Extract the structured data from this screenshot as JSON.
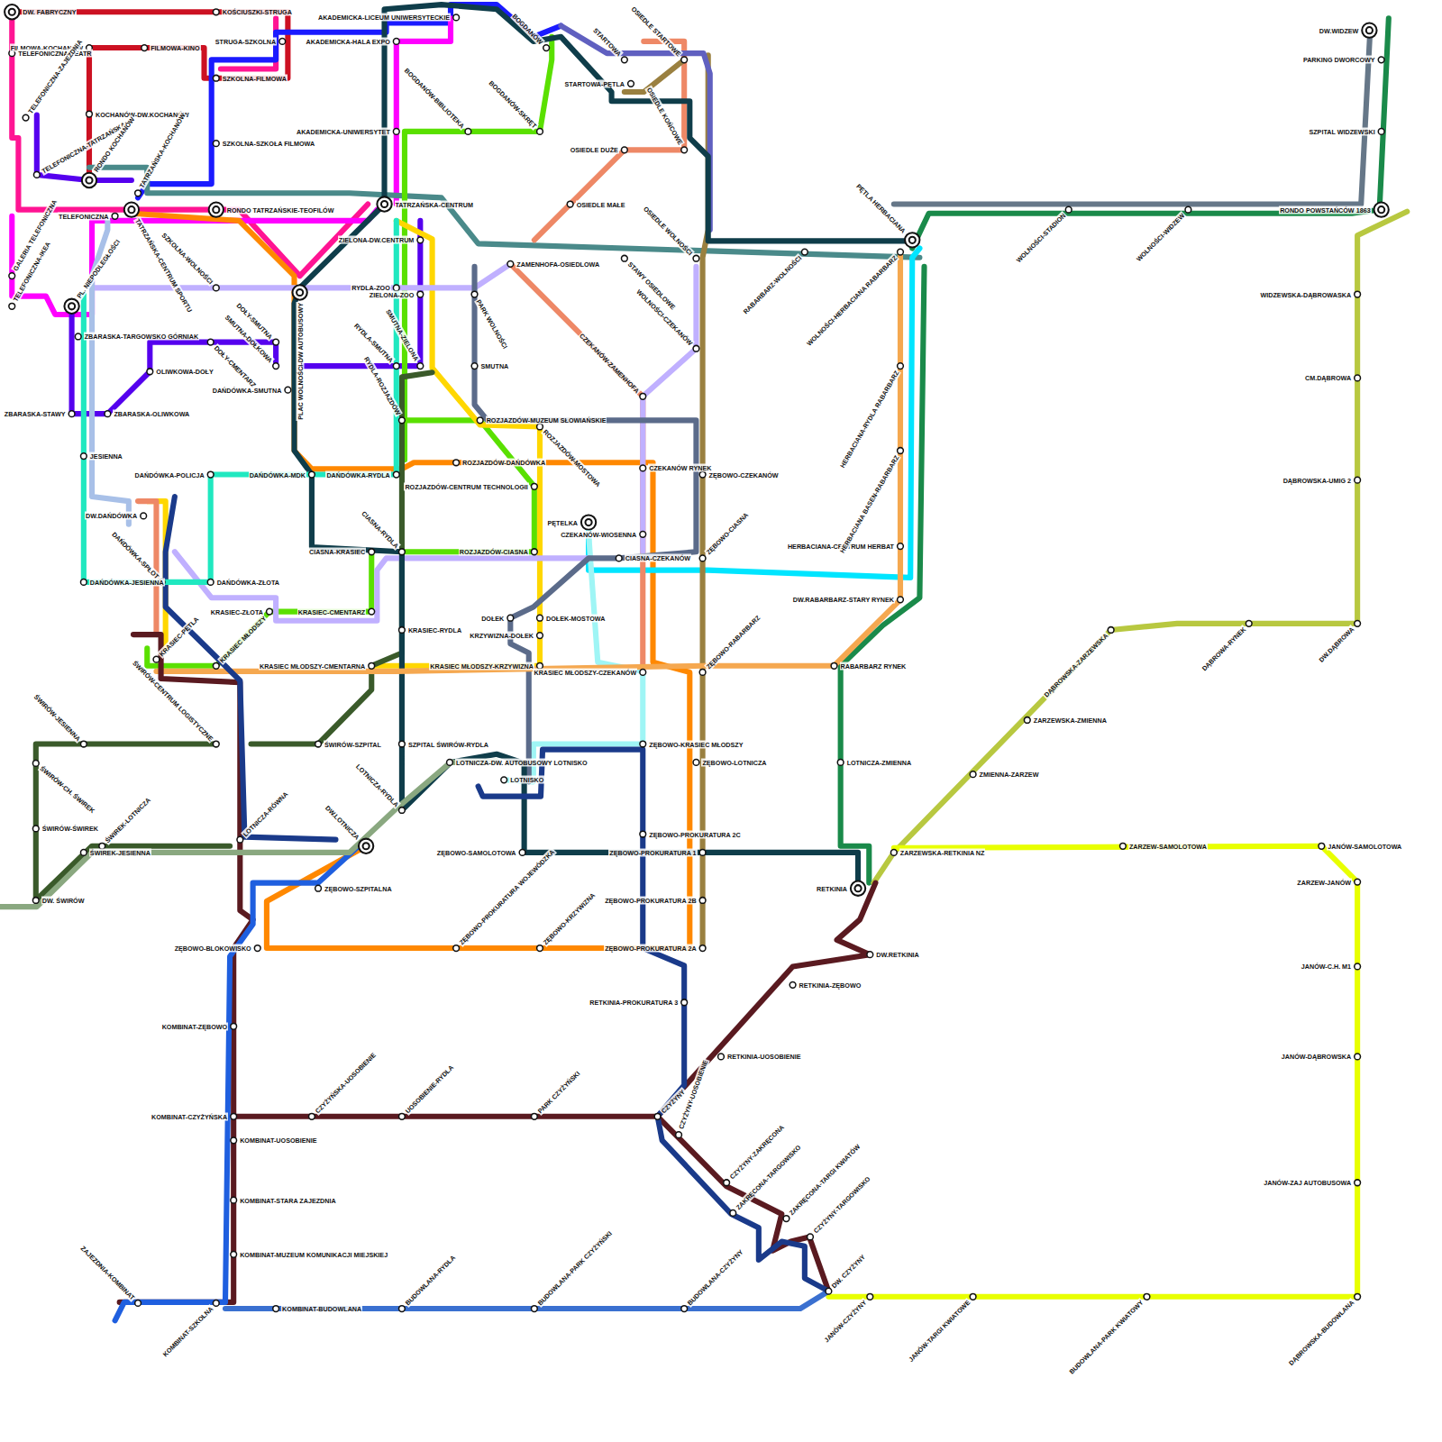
{
  "diagram": {
    "labels": [
      "DW. FABRYCZNY",
      "KOŚCIUSZKI-STRUGA",
      "FILMOWA-KOCHANÓW",
      "TELEFONICZNA-TEATR",
      "FILMOWA-KINO",
      "STRUGA-SZKOLNA",
      "SZKOLNA-FILMOWA",
      "KOCHANÓW-DW.KOCHANÓW",
      "SZKOLNA-SZKOŁA FILMOWA",
      "TELEFONICZNA-ZAJEZDNIA",
      "TELEFONICZNA-TATRZAŃSKA",
      "RONDO KOCHANÓW",
      "TATRZAŃSKA-KOCHANÓW",
      "TATRZAŃSKA-CENTRUM SPORTU",
      "RONDO TATRZAŃSKIE-TEOFILÓW",
      "TELEFONICZNA",
      "GALERIA TELEFONICZNA",
      "TELEFONICZNA-IKEA",
      "PL. NIEPODLEGŁOŚCI",
      "SZKOLNA-WOLNOŚCI",
      "TATRZAŃSKA-CENTRUM",
      "AKADEMICKA-UNIWERSYTET",
      "AKADEMICKA-HALA EXPO",
      "AKADEMICKA-LICEUM UNIWERSYTECKIE",
      "BOGDANÓW-BIBLIOTEKA",
      "BOGDANÓW-SKRĘT",
      "BOGDANÓW",
      "STARTOWA",
      "STARTOWA-PĘTLA",
      "OSIEDLE STARTOWE",
      "OSIEDLE KOŃCOWE",
      "OSIEDLE DUŻE",
      "OSIEDLE MAŁE",
      "OSIEDLE WOLNOŚCI",
      "ZIELONA-DW.CENTRUM",
      "RYDLA-ZOO",
      "ZIELONA-ZOO",
      "ZAMENHOFA-OSIEDLOWA",
      "STAWY OSIEDLOWE",
      "PARK WOLNOŚCI",
      "SMUTNA",
      "SMUTNA-ZIELONA",
      "RYDLA-SMUTNA",
      "RYDLA-ROZJAZDÓW",
      "PLAC WOLNOŚCI-DW AUTOBUSOWY",
      "DOŁY-SMUTNA",
      "SMUTNA-DOŁKOWA",
      "DOŁY-CMENTARZ",
      "ZBARASKA-TARGOWSKO GÓRNIAK",
      "OLIWKOWA-DOŁY",
      "DAŃDÓWKA-SMUTNA",
      "ZBARASKA-STAWY",
      "ZBARASKA-OLIWKOWA",
      "JESIENNA",
      "DAŃDÓWKA-POLICJA",
      "DAŃDÓWKA-MDK",
      "DAŃDÓWKA-RYDLA",
      "ROZJAZDÓW-MUZEUM SŁOWIAŃSKIE",
      "ROZJAZDÓW-MOSTOWA",
      "ROZJAZDÓW-DAŃDÓWKA",
      "ROZJAZDÓW-CENTRUM TECHNOLOGII",
      "CZEKANÓW RYNEK",
      "ZĘBOWO-CZEKANÓW",
      "CZEKANÓW-ZAMENHOFA",
      "WOLNOŚCI-CZEKANÓW",
      "DW.DAŃDÓWKA",
      "DAŃDÓWKA-SPŁOT",
      "DAŃDÓWKA-JESIENNA",
      "DAŃDÓWKA-ZŁOTA",
      "CIASNA-KRASIEC",
      "CIASNA-RYDLA",
      "ROZJAZDÓW-CIASNA",
      "PĘTELKA",
      "CZEKANÓW-WIOSENNA",
      "CIASNA-CZEKANÓW",
      "ZĘBOWO-CIASNA",
      "KRASIEC-ZŁOTA",
      "KRASIEC-CMENTARZ",
      "KRASIEC-RYDLA",
      "DOŁEK",
      "DOŁEK-MOSTOWA",
      "KRZYWIZNA-DOŁEK",
      "KRASIEC-PĘTLA",
      "KRASIEC MŁODSZY",
      "KRASIEC MŁODSZY-CMENTARNA",
      "KRASIEC MŁODSZY-KRZYWIZNA",
      "KRASIEC MŁODSZY-CZEKANÓW",
      "ZĘBOWO-RABARBARZ",
      "ŚWIRÓW-CENTRUM LOGISTYCZNE",
      "ŚWIRÓW-JESIENNA",
      "ŚWIRÓW-SZPITAL",
      "SZPITAL ŚWIRÓW-RYDLA",
      "ZĘBOWO-KRASIEC MŁODSZY",
      "ZĘBOWO-LOTNICZA",
      "LOTNICZA-DW. AUTOBUSOWY LOTNISKO",
      "LOTNISKO",
      "LOTNICZA-RYDLA",
      "ŚWIRÓW-CH. ŚWIREK",
      "ŚWIRÓW-ŚWIREK",
      "ŚWIREK-LOTNICZA",
      "ŚWIREK-JESIENNA",
      "DW. ŚWIRÓW",
      "LOTNICZA-RÓWNA",
      "DW.LOTNICZA",
      "ZĘBOWO-PROKURATURA 2C",
      "ZĘBOWO-SAMOLOTOWA",
      "ZĘBOWO-PROKURATURA 1",
      "ZĘBOWO-SZPITALNA",
      "ZĘBOWO-PROKURATURA 2B",
      "ZĘBOWO-BLOKOWISKO",
      "ZĘBOWO-PROKURATURA WOJEWÓDZKA",
      "ZĘBOWO-KRZYWIZNA",
      "ZĘBOWO-PROKURATURA 2A",
      "RETKINIA-PROKURATURA 3",
      "KOMBINAT-ZĘBOWO",
      "KOMBINAT-CZYŻYŃSKA",
      "CZYŻYŃSKA-UOSOBIENIE",
      "UOSOBIENIE-RYDLA",
      "PARK CZYŻYŃSKI",
      "CZYŻYNY",
      "KOMBINAT-UOSOBIENIE",
      "KOMBINAT-STARA ZAJEZDNIA",
      "KOMBINAT-MUZEUM KOMUNIKACJI MIEJSKIEJ",
      "ZAJEZDNIA-KOMBINAT",
      "KOMBINAT-SZKOLNA",
      "KOMBINAT-BUDOWLANA",
      "BUDOWLANA-RYDLA",
      "BUDOWLANA-PARK CZYŻYŃSKI",
      "BUDOWLANA-CZYŻYNY",
      "CZYŻYNY-UOSOBIENIE",
      "CZYŻYNY-ZAKRĘCONA",
      "ZAKRĘCONA-TARGOWISKO",
      "ZAKRĘCONA-TARGI KWIATÓW",
      "CZYŻYNY-TARGOWISKO",
      "DW. CZYŻYNY",
      "JANÓW-CZYŻYNY",
      "JANÓW-TARGI KWIATOWE",
      "BUDOWLANA-PARK KWIATOWY",
      "DĄBROWSKA-BUDOWLANA",
      "RETKINIA-UOSOBIENIE",
      "RETKINIA-ZĘBOWO",
      "DW.RETKINIA",
      "RETKINIA",
      "ZARZEWSKA-RETKINIA NZ",
      "ZARZEW-SAMOLOTOWA",
      "JANÓW-SAMOLOTOWA",
      "ZARZEW-JANÓW",
      "JANÓW-C.H. M1",
      "JANÓW-DĄBROWSKA",
      "JANÓW-ZAJ AUTOBUSOWA",
      "LOTNICZA-ZMIENNA",
      "ZMIENNA-ZARZEW",
      "ZARZEWSKA-ZMIENNA",
      "DĄBROWSKA-ZARZEWSKA",
      "DĄBROWA-RYNEK",
      "DW.DĄBROWA",
      "RABARBARZ RYNEK",
      "DW.RABARBARZ-STARY RYNEK",
      "HERBACIANA-CENTRUM HERBAT",
      "HERBACIANA BASEN-RABARBARZ",
      "HERBACIANA-RYDLA RABARBARZ",
      "WOLNOŚCI-HERBACIANA RABARBARZ",
      "RABARBARZ-WOLNOŚCI",
      "PĘTLA HERBACIANA",
      "WOLNOŚCI-STADION",
      "WOLNOŚCI-WIDZEW",
      "RONDO POWSTAŃCÓW 1863",
      "DW.WIDZEW",
      "PARKING DWORCOWY",
      "SZPITAL WIDZEWSKI",
      "WIDZEWSKA-DĄBROWASKA",
      "CM.DĄBROWA",
      "DĄBROWSKA-UMIG 2"
    ]
  }
}
